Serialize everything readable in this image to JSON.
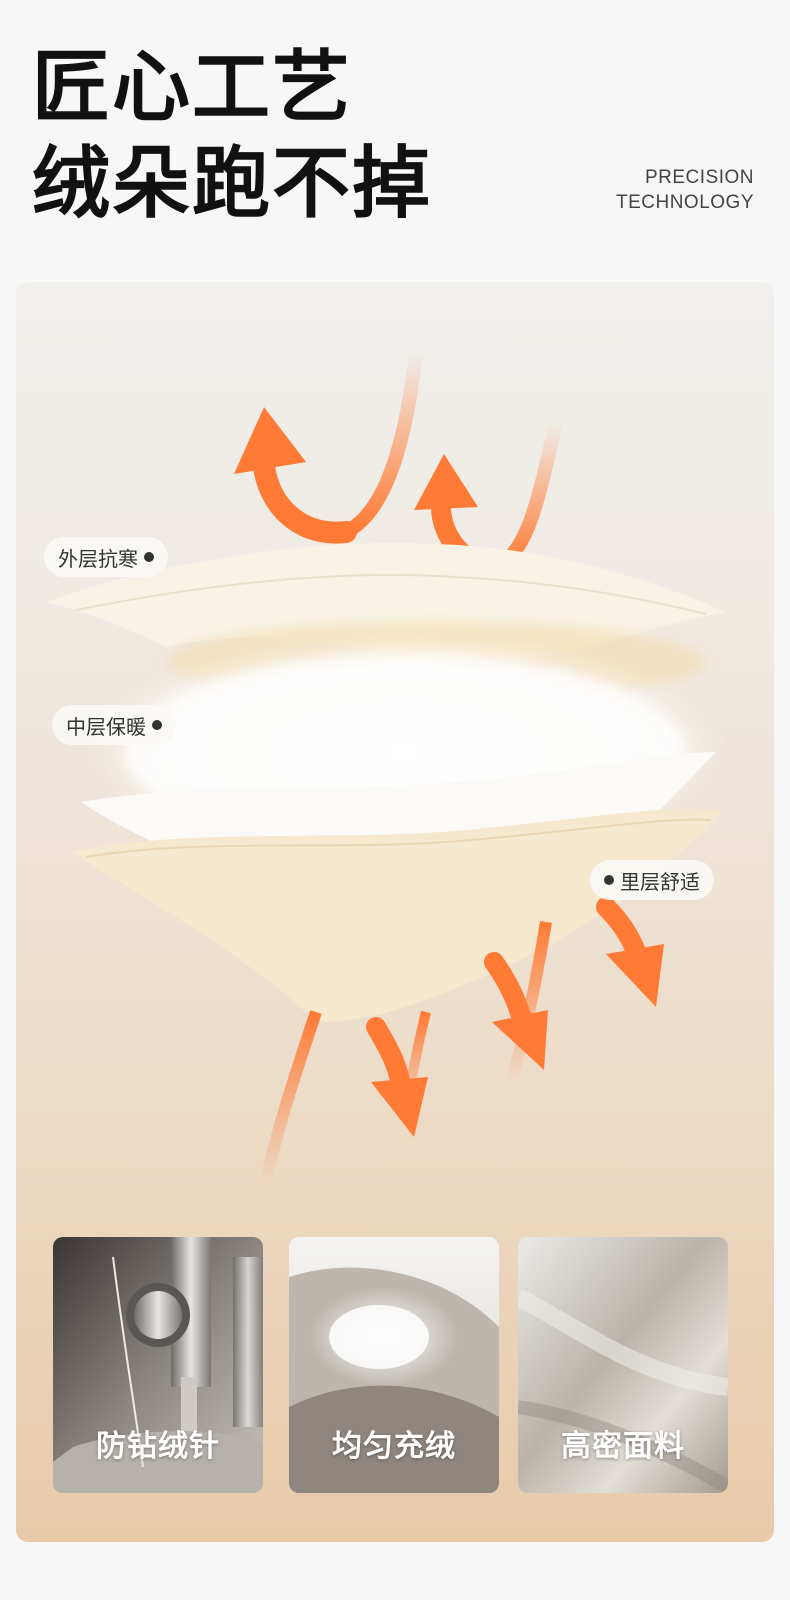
{
  "headline": {
    "line1": "匠心工艺",
    "line2": "绒朵跑不掉"
  },
  "subtitle": {
    "line1": "PRECISION",
    "line2": "TECHNOLOGY"
  },
  "layers": {
    "outer": "外层抗寒",
    "middle": "中层保暖",
    "inner": "里层舒适"
  },
  "cards": [
    {
      "label": "防钻绒针"
    },
    {
      "label": "均匀充绒"
    },
    {
      "label": "高密面料"
    }
  ],
  "colors": {
    "arrow": "#ff7a35",
    "background": "#f7f7f7",
    "headline": "#111111"
  },
  "icons": [
    "arrow-up-icon",
    "arrow-down-icon",
    "dot-icon"
  ]
}
